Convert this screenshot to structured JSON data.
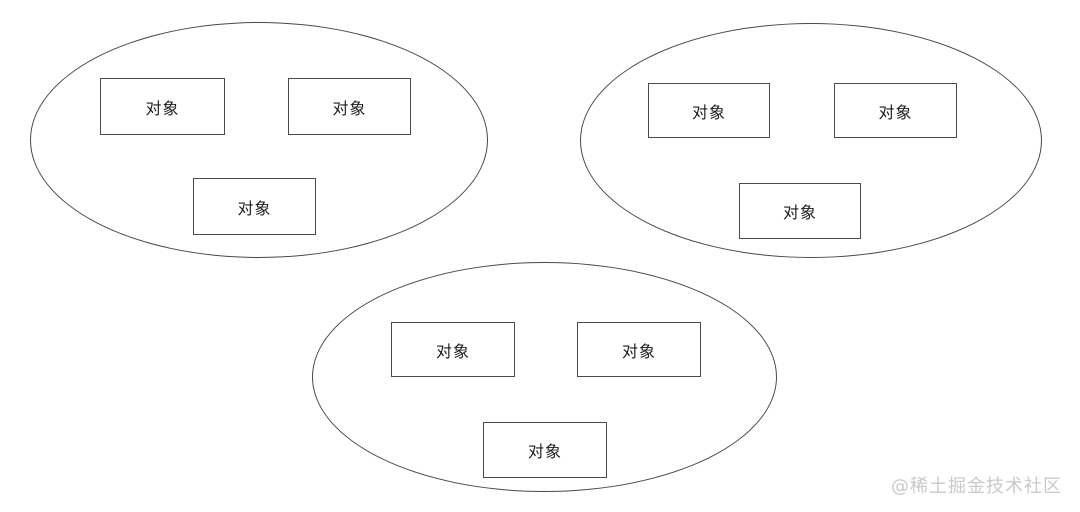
{
  "diagram": {
    "groups": [
      {
        "objects": [
          {
            "label": "对象"
          },
          {
            "label": "对象"
          },
          {
            "label": "对象"
          }
        ]
      },
      {
        "objects": [
          {
            "label": "对象"
          },
          {
            "label": "对象"
          },
          {
            "label": "对象"
          }
        ]
      },
      {
        "objects": [
          {
            "label": "对象"
          },
          {
            "label": "对象"
          },
          {
            "label": "对象"
          }
        ]
      }
    ]
  },
  "watermark": {
    "text": "@稀土掘金技术社区"
  },
  "colors": {
    "stroke": "#4a4a4a",
    "background": "#ffffff",
    "text": "#1c1c1c",
    "watermark": "#c9c9c9"
  }
}
